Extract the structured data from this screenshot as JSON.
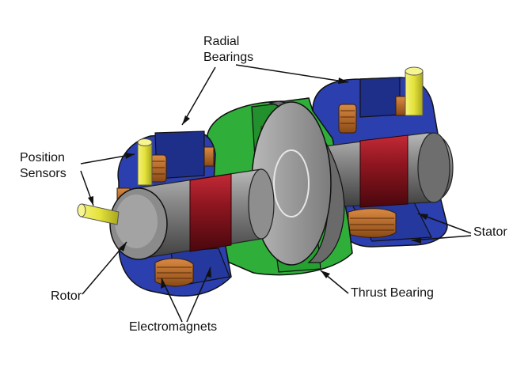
{
  "labels": {
    "radial_bearings_line1": "Radial",
    "radial_bearings_line2": "Bearings",
    "position_sensors_line1": "Position",
    "position_sensors_line2": "Sensors",
    "stator": "Stator",
    "thrust_bearing": "Thrust Bearing",
    "rotor": "Rotor",
    "electromagnets": "Electromagnets"
  },
  "colors": {
    "stator_blue": "#2b3fae",
    "thrust_green": "#2fae3a",
    "rotor_gray": "#7a7a7a",
    "rotor_red": "#8e1620",
    "coil_copper": "#b86a28",
    "sensor_yellow": "#e4e23a",
    "disk_gray": "#9a9a9a"
  }
}
